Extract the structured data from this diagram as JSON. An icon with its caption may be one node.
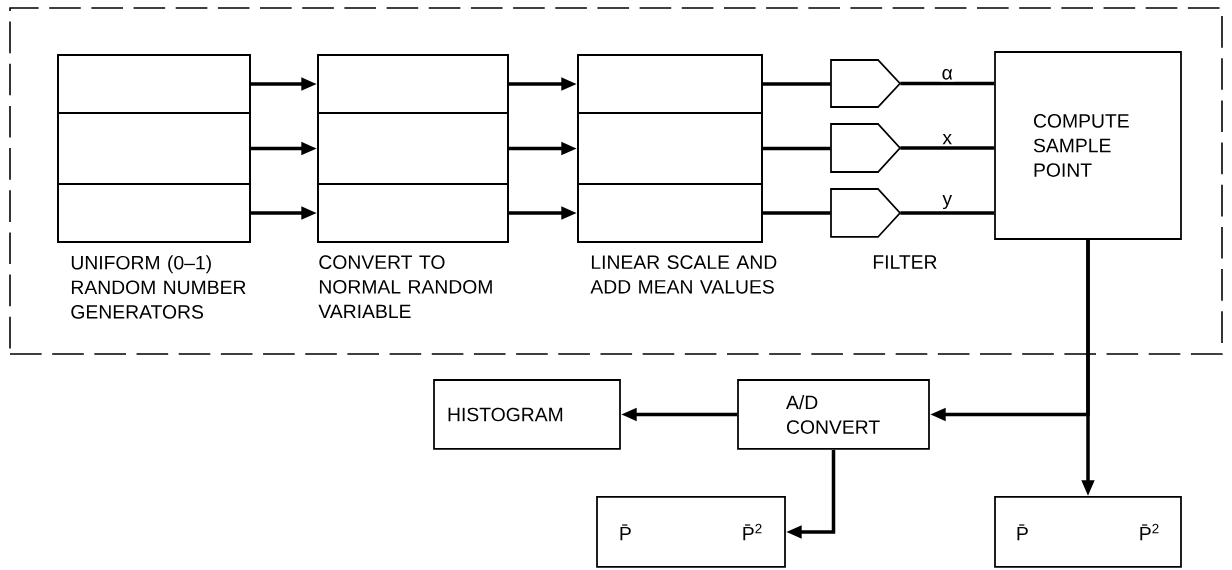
{
  "diagram": {
    "nodes": [
      {
        "text": [],
        "shape": "box"
      },
      {
        "text": [],
        "shape": "box",
        "in": 0,
        "beside": [
          "UNIFORM (0–1) RANDOM NUMBER GENERATORS"
        ]
      },
      {
        "text": [],
        "shape": "box",
        "in": 1
      },
      {
        "text": [],
        "shape": "box",
        "in": 1
      },
      {
        "text": [],
        "shape": "box",
        "in": 1
      },
      {
        "text": [],
        "shape": "box",
        "in": 0,
        "beside": [
          "CONVERT TO NORMAL RANDOM VARIABLE"
        ]
      },
      {
        "text": [],
        "shape": "box",
        "in": 5
      },
      {
        "text": [],
        "shape": "box",
        "in": 5
      },
      {
        "text": [],
        "shape": "box",
        "in": 5
      },
      {
        "text": [],
        "shape": "box",
        "in": 0,
        "beside": [
          "LINEAR SCALE AND ADD MEAN VALUES"
        ]
      },
      {
        "text": [],
        "shape": "box",
        "in": 9
      },
      {
        "text": [],
        "shape": "box",
        "in": 9
      },
      {
        "text": [],
        "shape": "box",
        "in": 9
      },
      {
        "text": [],
        "shape": "pentagon",
        "in": 0
      },
      {
        "text": [],
        "shape": "pentagon",
        "in": 0
      },
      {
        "text": [],
        "shape": "pentagon",
        "in": 0
      },
      {
        "text": [
          "COMPUTE SAMPLE POINT"
        ],
        "in": 0
      },
      {
        "text": [
          "HISTOGRAM"
        ]
      },
      {
        "text": [
          "A/D CONVERT"
        ]
      },
      {
        "text": [
          "P̄",
          "P̄$^{2}$"
        ]
      },
      {
        "text": [
          "P̄",
          "P̄$^{2}$"
        ]
      }
    ],
    "edges": [
      {
        "from": 2,
        "to": 6,
        "arrow": "to"
      },
      {
        "from": 3,
        "to": 7,
        "arrow": "to"
      },
      {
        "from": 4,
        "to": 8,
        "arrow": "to"
      },
      {
        "from": 6,
        "to": 10,
        "arrow": "to"
      },
      {
        "from": 7,
        "to": 11,
        "arrow": "to"
      },
      {
        "from": 8,
        "to": 12,
        "arrow": "to"
      },
      {
        "from": 10,
        "to": 13,
        "arrow": "none"
      },
      {
        "from": 11,
        "to": 14,
        "arrow": "none"
      },
      {
        "from": 12,
        "to": 15,
        "arrow": "none"
      },
      {
        "from": 13,
        "to": 16,
        "arrow": "none",
        "label": "α"
      },
      {
        "from": 14,
        "to": 16,
        "arrow": "none",
        "label": "x"
      },
      {
        "from": 15,
        "to": 16,
        "arrow": "none",
        "label": "y"
      },
      {
        "from": 16,
        "to": 18,
        "arrow": "to"
      },
      {
        "from": 16,
        "to": 20,
        "arrow": "to"
      },
      {
        "from": 18,
        "to": 17,
        "arrow": "to"
      },
      {
        "from": 18,
        "to": 19,
        "arrow": "to"
      }
    ],
    "labels": [
      "FILTER"
    ]
  }
}
